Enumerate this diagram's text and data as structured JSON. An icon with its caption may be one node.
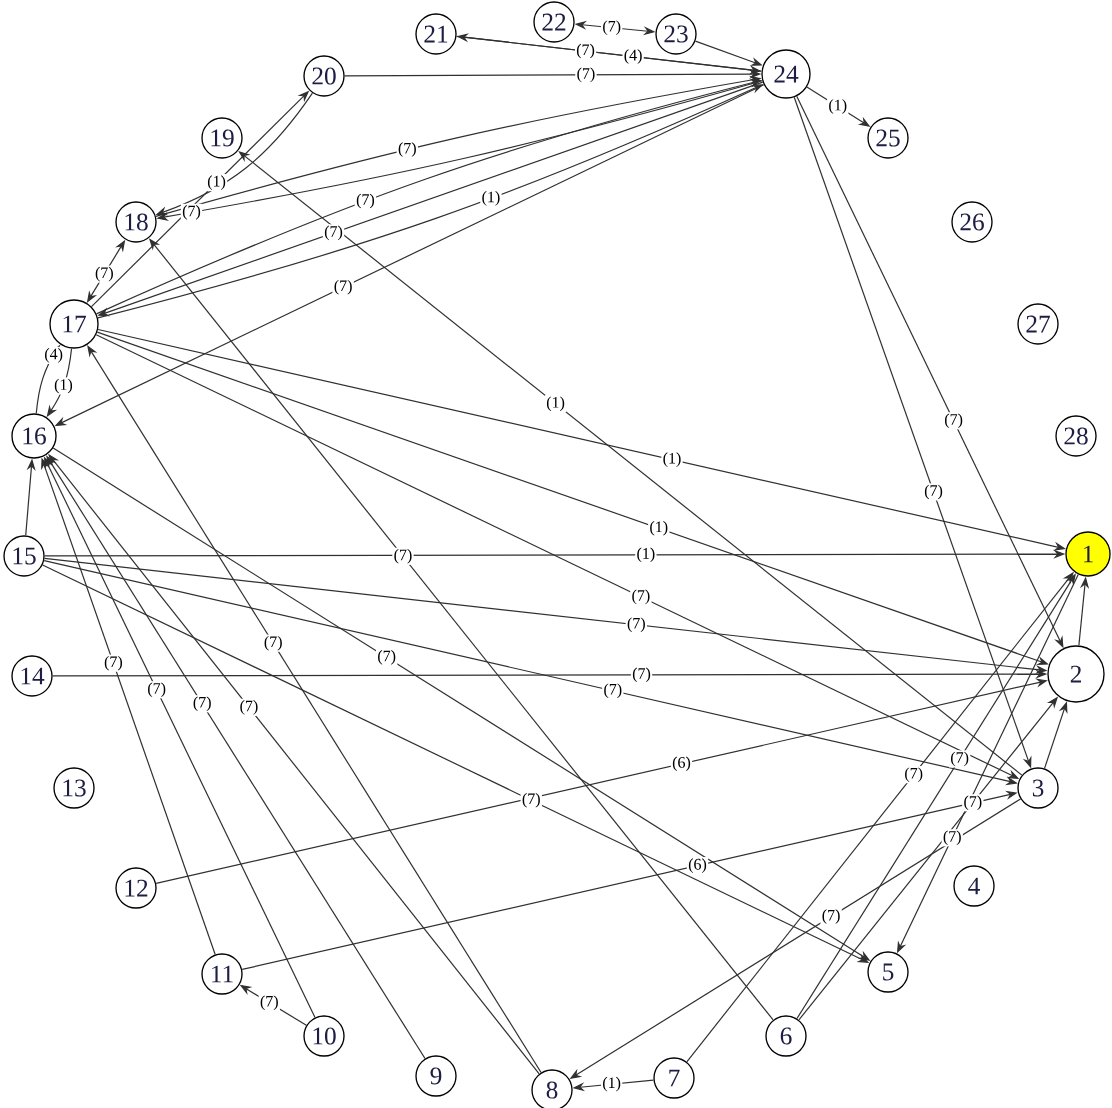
{
  "diagram": {
    "nodes": [
      {
        "text": [
          "1"
        ]
      },
      {
        "text": [
          "2"
        ]
      },
      {
        "text": [
          "3"
        ]
      },
      {
        "text": [
          "4"
        ]
      },
      {
        "text": [
          "5"
        ]
      },
      {
        "text": [
          "6"
        ]
      },
      {
        "text": [
          "7"
        ]
      },
      {
        "text": [
          "8"
        ]
      },
      {
        "text": [
          "9"
        ]
      },
      {
        "text": [
          "10"
        ]
      },
      {
        "text": [
          "11"
        ]
      },
      {
        "text": [
          "12"
        ]
      },
      {
        "text": [
          "13"
        ]
      },
      {
        "text": [
          "14"
        ]
      },
      {
        "text": [
          "15"
        ]
      },
      {
        "text": [
          "16"
        ]
      },
      {
        "text": [
          "17"
        ]
      },
      {
        "text": [
          "18"
        ]
      },
      {
        "text": [
          "19"
        ]
      },
      {
        "text": [
          "20"
        ]
      },
      {
        "text": [
          "21"
        ]
      },
      {
        "text": [
          "22"
        ]
      },
      {
        "text": [
          "23"
        ]
      },
      {
        "text": [
          "24"
        ]
      },
      {
        "text": [
          "25"
        ]
      },
      {
        "text": [
          "26"
        ]
      },
      {
        "text": [
          "27"
        ]
      },
      {
        "text": [
          "28"
        ]
      }
    ],
    "edges": [
      {
        "from": 21,
        "to": 22,
        "arrow": "both",
        "label": "(7)"
      },
      {
        "from": 23,
        "to": 20,
        "arrow": "to",
        "label": "(7)"
      },
      {
        "from": 20,
        "to": 23,
        "arrow": "to",
        "label": "(4)"
      },
      {
        "from": 22,
        "to": 23,
        "arrow": "to"
      },
      {
        "from": 19,
        "to": 23,
        "arrow": "to",
        "label": "(7)"
      },
      {
        "from": 23,
        "to": 24,
        "arrow": "to",
        "label": "(1)"
      },
      {
        "from": 16,
        "to": 19,
        "arrow": "to",
        "label": "(1)"
      },
      {
        "from": 23,
        "to": 17,
        "arrow": "to",
        "label": "(7)"
      },
      {
        "from": 17,
        "to": 23,
        "arrow": "to",
        "label": "(7)"
      },
      {
        "from": 23,
        "to": 16,
        "arrow": "to",
        "label": "(7)"
      },
      {
        "from": 16,
        "to": 23,
        "arrow": "to",
        "label": "(7)"
      },
      {
        "from": 16,
        "to": 23,
        "arrow": "to",
        "label": "(1)"
      },
      {
        "from": 23,
        "to": 15,
        "arrow": "to",
        "label": "(7)"
      },
      {
        "from": 17,
        "to": 16,
        "arrow": "both",
        "label": "(7)"
      },
      {
        "from": 16,
        "to": 15,
        "arrow": "to",
        "label": "(1)"
      },
      {
        "from": 15,
        "to": 16,
        "arrow": "to",
        "label": "(4)"
      },
      {
        "from": 2,
        "to": 18,
        "arrow": "to",
        "label": "(1)"
      },
      {
        "from": 5,
        "to": 17,
        "arrow": "to",
        "label": "(7)"
      },
      {
        "from": 7,
        "to": 16,
        "arrow": "to",
        "label": "(7)"
      },
      {
        "from": 16,
        "to": 0,
        "arrow": "to",
        "label": "(1)"
      },
      {
        "from": 16,
        "to": 1,
        "arrow": "to",
        "label": "(1)"
      },
      {
        "from": 16,
        "to": 2,
        "arrow": "to",
        "label": "(7)"
      },
      {
        "from": 14,
        "to": 0,
        "arrow": "to",
        "label": "(1)"
      },
      {
        "from": 14,
        "to": 1,
        "arrow": "to",
        "label": "(7)"
      },
      {
        "from": 14,
        "to": 2,
        "arrow": "to",
        "label": "(7)"
      },
      {
        "from": 14,
        "to": 15,
        "arrow": "to"
      },
      {
        "from": 13,
        "to": 1,
        "arrow": "to",
        "label": "(7)"
      },
      {
        "from": 15,
        "to": 4,
        "arrow": "to",
        "label": "(7)"
      },
      {
        "from": 14,
        "to": 4,
        "arrow": "to",
        "label": "(7)"
      },
      {
        "from": 11,
        "to": 1,
        "arrow": "to",
        "label": "(6)"
      },
      {
        "from": 10,
        "to": 2,
        "arrow": "to",
        "label": "(6)"
      },
      {
        "from": 23,
        "to": 1,
        "arrow": "to",
        "label": "(7)"
      },
      {
        "from": 23,
        "to": 2,
        "arrow": "to",
        "label": "(7)"
      },
      {
        "from": 5,
        "to": 0,
        "arrow": "to",
        "label": "(7)"
      },
      {
        "from": 5,
        "to": 1,
        "arrow": "to",
        "label": "(7)"
      },
      {
        "from": 6,
        "to": 0,
        "arrow": "to",
        "label": "(7)"
      },
      {
        "from": 0,
        "to": 4,
        "arrow": "to",
        "label": "(7)"
      },
      {
        "from": 2,
        "to": 7,
        "arrow": "to",
        "label": "(7)"
      },
      {
        "from": 6,
        "to": 7,
        "arrow": "to",
        "label": "(1)"
      },
      {
        "from": 9,
        "to": 10,
        "arrow": "to",
        "label": "(7)"
      },
      {
        "from": 10,
        "to": 15,
        "arrow": "to",
        "label": "(7)"
      },
      {
        "from": 9,
        "to": 15,
        "arrow": "to",
        "label": "(7)"
      },
      {
        "from": 8,
        "to": 15,
        "arrow": "to",
        "label": "(7)"
      },
      {
        "from": 7,
        "to": 15,
        "arrow": "to",
        "label": "(7)"
      },
      {
        "from": 2,
        "to": 1,
        "arrow": "to"
      },
      {
        "from": 1,
        "to": 0,
        "arrow": "to"
      },
      {
        "from": 19,
        "to": 17,
        "arrow": "to"
      }
    ]
  }
}
